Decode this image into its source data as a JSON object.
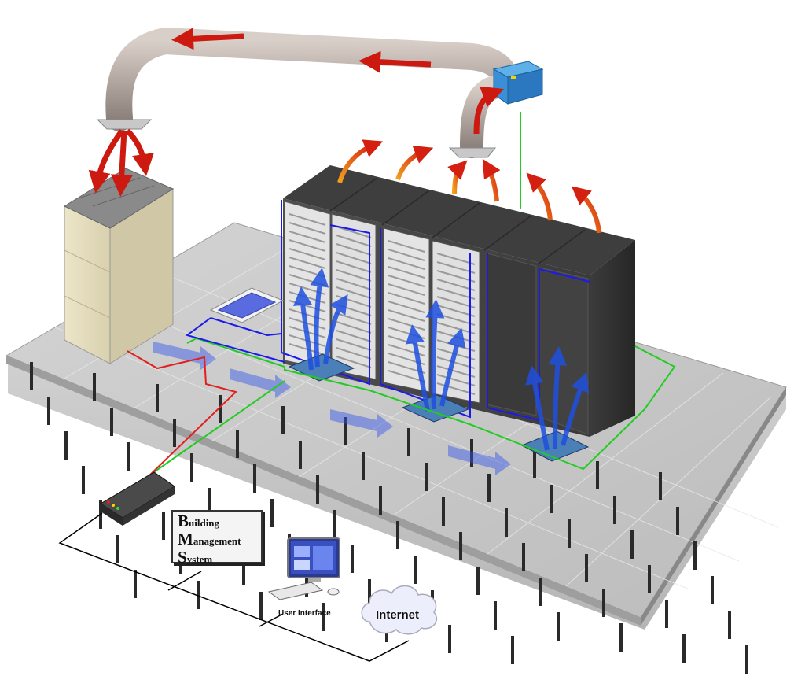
{
  "bms": {
    "line1_initial": "B",
    "line1_rest": "uilding",
    "line2_initial": "M",
    "line2_rest": "anagement",
    "line3_initial": "S",
    "line3_rest": "ystem"
  },
  "user_interface_label": "User Interface",
  "internet_label": "Internet",
  "colors": {
    "hot_air": "#cc1a10",
    "cold_air": "#2255dd",
    "power_line": "#e02020",
    "sensor_line": "#22cc22",
    "rack_outline": "#1a1aee",
    "network_line": "#000000",
    "cloud_fill": "#eceefc"
  }
}
